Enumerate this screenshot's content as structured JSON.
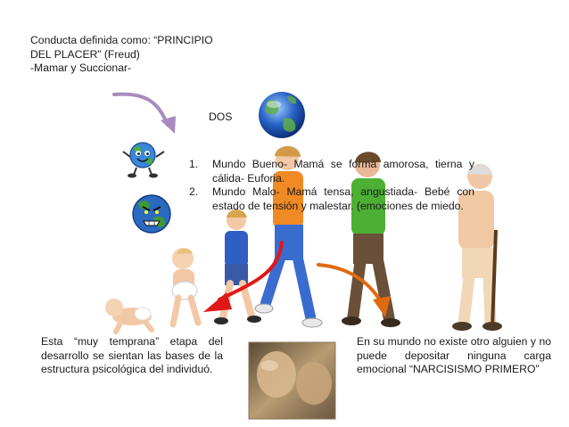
{
  "intro": {
    "lines": [
      "Conducta definida como: “PRINCIPIO",
      "DEL PLACER” (Freud)",
      "-Mamar y Succionar-"
    ]
  },
  "dos_label": "DOS",
  "worlds": {
    "items": [
      {
        "number": "1.",
        "text": "Mundo Bueno- Mamá se forma amorosa, tierna y cálida- Euforia."
      },
      {
        "number": "2.",
        "text": "Mundo Malo- Mamá tensa, angustiada- Bebé con estado de tensión y malestar. (emociones de miedo."
      }
    ]
  },
  "left_block": {
    "text": "Esta “muy temprana” etapa del desarrollo se sientan las bases de la estructura psicológica del individuó."
  },
  "right_block": {
    "text": "En su mundo no existe otro alguien y no puede depositar ninguna carga emocional “NARCISISMO PRIMERO”"
  },
  "colors": {
    "purple_arrow": "#a98bbf",
    "red_arrow": "#e01818",
    "orange_arrow": "#e06a10",
    "globe_blue": "#2a64c8",
    "globe_green": "#3fa83a"
  },
  "icons": [
    "globe-icon",
    "happy-earth-icon",
    "angry-earth-icon"
  ]
}
